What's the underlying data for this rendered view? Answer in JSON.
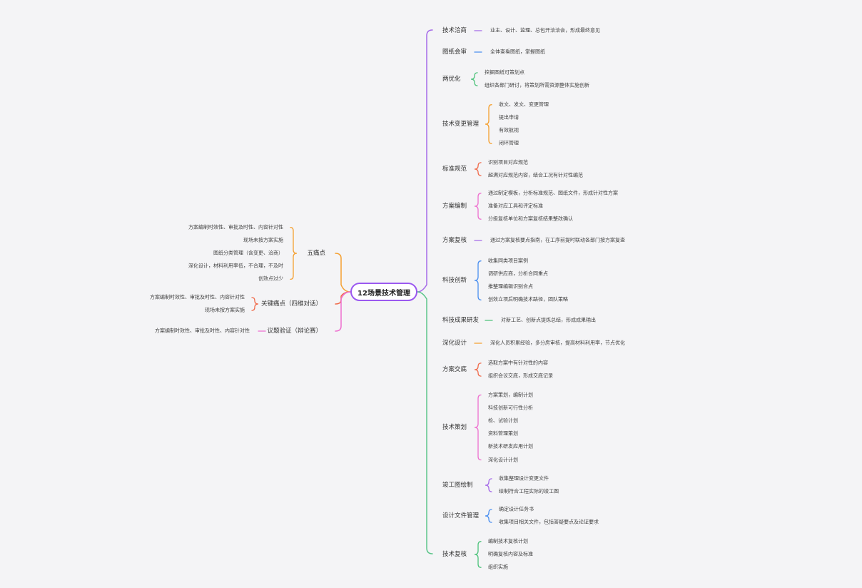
{
  "root": "12场景技术管理",
  "colors": {
    "purple": "#a56ae8",
    "blue": "#4a8ff0",
    "green": "#4cc27a",
    "orange": "#f5a030",
    "red": "#f06a4a",
    "pink": "#ee6fcf",
    "trunk_top": "#a56ae8",
    "trunk_bottom": "#5cc58a",
    "left_orange": "#f5a030",
    "left_pink": "#ee6fcf"
  },
  "right": [
    {
      "label": "技术洽商",
      "color": "purple",
      "children": [
        "业主、设计、监理、总包开洽洽会，形成最终意见"
      ]
    },
    {
      "label": "图纸会审",
      "color": "blue",
      "children": [
        "全体查看图纸，掌握图纸"
      ]
    },
    {
      "label": "两优化",
      "color": "green",
      "children": [
        "挖掘图纸可策划点",
        "组织各部门研讨，将策划所需资源整体实施创新"
      ]
    },
    {
      "label": "技术变更管理",
      "color": "orange",
      "children": [
        "收文、发文、变更管理",
        "提出申请",
        "有效航视",
        "闭环管理"
      ]
    },
    {
      "label": "标准规范",
      "color": "red",
      "children": [
        "识别项目对应规范",
        "超满对应规范内容，结合工况有针对性编范"
      ]
    },
    {
      "label": "方案编制",
      "color": "pink",
      "children": [
        "通过制定模板，分析标准规范、图纸文件，形成针对性方案",
        "准备对应工具和评定标准",
        "分级复核单位和方案复核结果整改确认"
      ]
    },
    {
      "label": "方案复核",
      "color": "purple",
      "children": [
        "通过方案复核要点指南，在工序前提时联动各部门按方案复查"
      ]
    },
    {
      "label": "科技创新",
      "color": "blue",
      "children": [
        "收集同类项目案例",
        "调研供应商，分析合同重点",
        "推整理编辑识别合点",
        "创效立项后明确技术路径，团队策略"
      ]
    },
    {
      "label": "科技成果研发",
      "color": "green",
      "children": [
        "对新工艺、创新点提炼总结，形成成果输出"
      ]
    },
    {
      "label": "深化设计",
      "color": "orange",
      "children": [
        "深化人员积累经验，多分房审核，提高材料利用率，节点优化"
      ]
    },
    {
      "label": "方案交底",
      "color": "red",
      "children": [
        "选取方案中有针对性的内容",
        "组织会议交底，形成交底记录"
      ]
    },
    {
      "label": "技术策划",
      "color": "pink",
      "children": [
        "方案策划，编制计划",
        "科技创新可行性分析",
        "检、试验计划",
        "资料管理策划",
        "新技术研发应用计划",
        "深化设计计划"
      ]
    },
    {
      "label": "竣工图绘制",
      "color": "purple",
      "children": [
        "收集整理设计变更文件",
        "绘制符合工程实际的竣工图"
      ]
    },
    {
      "label": "设计文件管理",
      "color": "blue",
      "children": [
        "确定设计任务书",
        "收集项目相关文件，包括答疑要点及论证要求"
      ]
    },
    {
      "label": "技术复核",
      "color": "green",
      "children": [
        "编制技术复核计划",
        "明确复核内容及标准",
        "组织实施"
      ]
    }
  ],
  "left": [
    {
      "label": "五痛点",
      "color": "orange",
      "children": [
        "方案编制时效性、审批及时性、内容针对性",
        "现场未按方案实施",
        "图纸分类管理（含变更、洽商）",
        "深化设计，材料利用率低，不合理，不及时",
        "创效点过少"
      ]
    },
    {
      "label": "关键痛点（四维对话）",
      "color": "red",
      "children": [
        "方案编制时效性、审批及时性、内容针对性",
        "现场未按方案实施"
      ]
    },
    {
      "label": "议题验证（辩论赛）",
      "color": "pink",
      "children": [
        "方案编制时效性、审批及时性、内容针对性"
      ]
    }
  ]
}
